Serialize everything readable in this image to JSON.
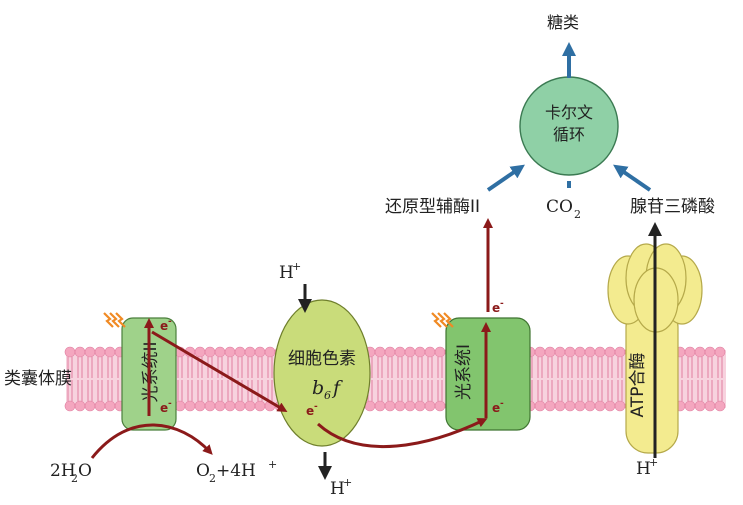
{
  "labels": {
    "sugar": "糖类",
    "calvin_line1": "卡尔文",
    "calvin_line2": "循环",
    "nadph": "还原型辅酶II",
    "co2_main": "CO",
    "co2_sub": "2",
    "atp": "腺苷三磷酸",
    "membrane": "类囊体膜",
    "h_top": "H",
    "h_plus": "+",
    "psii": "光系统II",
    "cytochrome_line1": "细胞色素",
    "cyt_b": "b",
    "cyt_sub": "6",
    "cyt_f": "f",
    "psi": "光系统I",
    "atp_synthase": "ATP合酶",
    "water_2h": "2H",
    "water_sub": "2",
    "water_o": "O",
    "o2_main": "O",
    "o2_sub": "2",
    "o2_rest": "+4H",
    "electron": "e",
    "electron_sup": "-"
  },
  "colors": {
    "membrane_head": "#f4a6bf",
    "membrane_tail": "#e07fa0",
    "membrane_band": "#f7d2de",
    "psii_fill": "#9fd28a",
    "psi_fill": "#82c56e",
    "cytochrome_fill": "#c9dc7a",
    "atp_fill": "#f3eb8f",
    "calvin_fill": "#8fd0a6",
    "electron_arrow": "#8b1a1a",
    "blue_arrow": "#2f6fa3",
    "dark_arrow": "#222222",
    "light_bolt": "#f08a24"
  }
}
